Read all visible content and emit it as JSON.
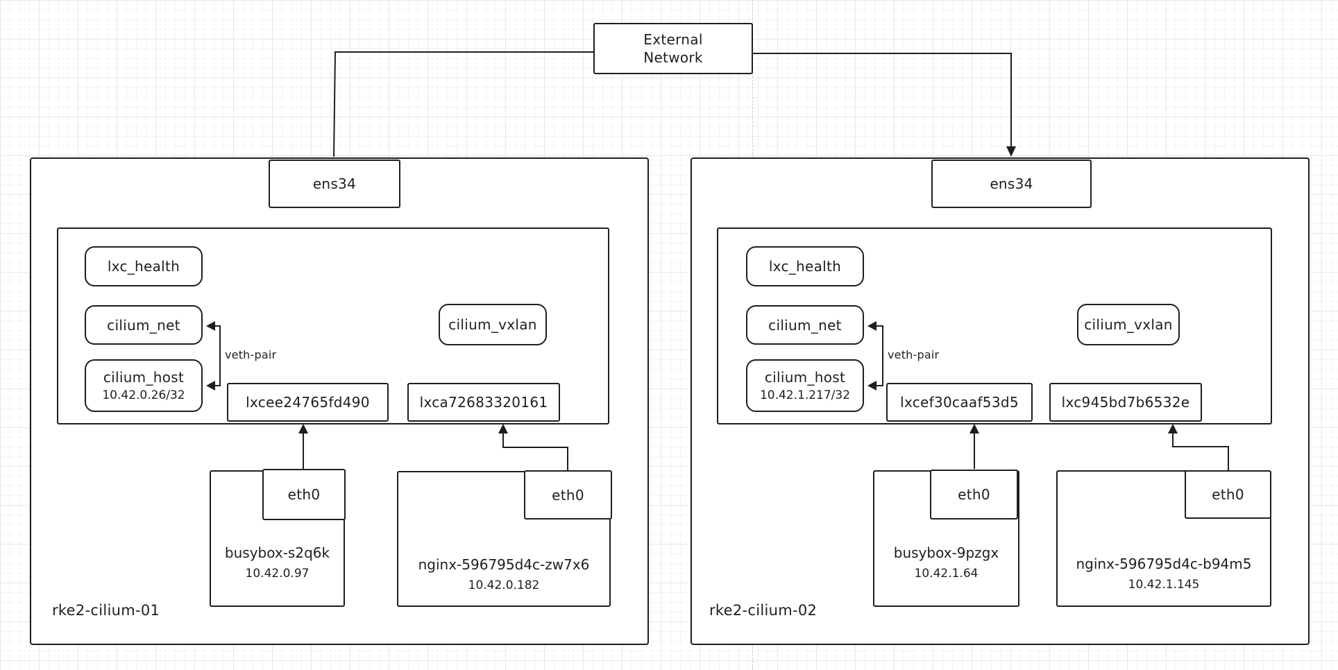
{
  "canvas": {
    "background": "#ffffff",
    "stroke_color": "#1e1e1e",
    "grid_minor_color": "#f3f3f6",
    "grid_major_color": "#e7e7eb"
  },
  "external_network": {
    "line1": "External",
    "line2": "Network"
  },
  "veth_pair_label": "veth-pair",
  "nodes": [
    {
      "name": "rke2-cilium-01",
      "nic_label": "ens34",
      "bridge": {
        "lxc_health": "lxc_health",
        "cilium_net": "cilium_net",
        "cilium_host": "cilium_host",
        "cilium_host_ip": "10.42.0.26/32",
        "cilium_vxlan": "cilium_vxlan",
        "lxc_if_1": "lxcee24765fd490",
        "lxc_if_2": "lxca72683320161"
      },
      "pods": [
        {
          "name": "busybox-s2q6k",
          "ip": "10.42.0.97",
          "nic": "eth0"
        },
        {
          "name": "nginx-596795d4c-zw7x6",
          "ip": "10.42.0.182",
          "nic": "eth0"
        }
      ]
    },
    {
      "name": "rke2-cilium-02",
      "nic_label": "ens34",
      "bridge": {
        "lxc_health": "lxc_health",
        "cilium_net": "cilium_net",
        "cilium_host": "cilium_host",
        "cilium_host_ip": "10.42.1.217/32",
        "cilium_vxlan": "cilium_vxlan",
        "lxc_if_1": "lxcef30caaf53d5",
        "lxc_if_2": "lxc945bd7b6532e"
      },
      "pods": [
        {
          "name": "busybox-9pzgx",
          "ip": "10.42.1.64",
          "nic": "eth0"
        },
        {
          "name": "nginx-596795d4c-b94m5",
          "ip": "10.42.1.145",
          "nic": "eth0"
        }
      ]
    }
  ]
}
